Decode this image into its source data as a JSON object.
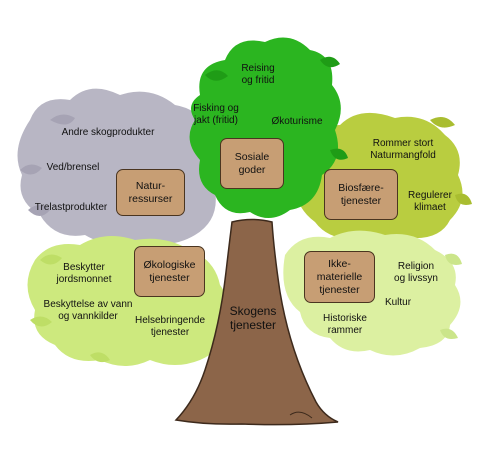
{
  "trunk": {
    "label_line1": "Skogens",
    "label_line2": "tjenester"
  },
  "categories": [
    {
      "id": "natur",
      "line1": "Natur-",
      "line2": "ressurser",
      "color": "#b5b2c0",
      "items": [
        {
          "text": "Andre skogprodukter"
        },
        {
          "text": "Ved/brensel"
        },
        {
          "text": "Trelastprodukter"
        }
      ]
    },
    {
      "id": "sosiale",
      "line1": "Sosiale",
      "line2": "goder",
      "color": "#2ab41f",
      "items": [
        {
          "line1": "Reising",
          "line2": "og fritid"
        },
        {
          "line1": "Fisking og",
          "line2": "jakt (fritid)"
        },
        {
          "text": "Økoturisme"
        }
      ]
    },
    {
      "id": "biosfaere",
      "line1": "Biosfære-",
      "line2": "tjenester",
      "color": "#b7cb3c",
      "items": [
        {
          "line1": "Rommer stort",
          "line2": "Naturmangfold"
        },
        {
          "line1": "Regulerer",
          "line2": "klimaet"
        }
      ]
    },
    {
      "id": "okologiske",
      "line1": "Økologiske",
      "line2": "tjenester",
      "color": "#c9e97a",
      "items": [
        {
          "line1": "Beskytter",
          "line2": "jordsmonnet"
        },
        {
          "line1": "Beskyttelse av vann",
          "line2": "og vannkilder"
        },
        {
          "line1": "Helsebringende",
          "line2": "tjenester"
        }
      ]
    },
    {
      "id": "ikke",
      "line1": "Ikke-",
      "line2": "materielle",
      "line3": "tjenester",
      "color": "#dcef9e",
      "items": [
        {
          "line1": "Religion",
          "line2": "og livssyn"
        },
        {
          "text": "Kultur"
        },
        {
          "line1": "Historiske",
          "line2": "rammer"
        }
      ]
    }
  ]
}
